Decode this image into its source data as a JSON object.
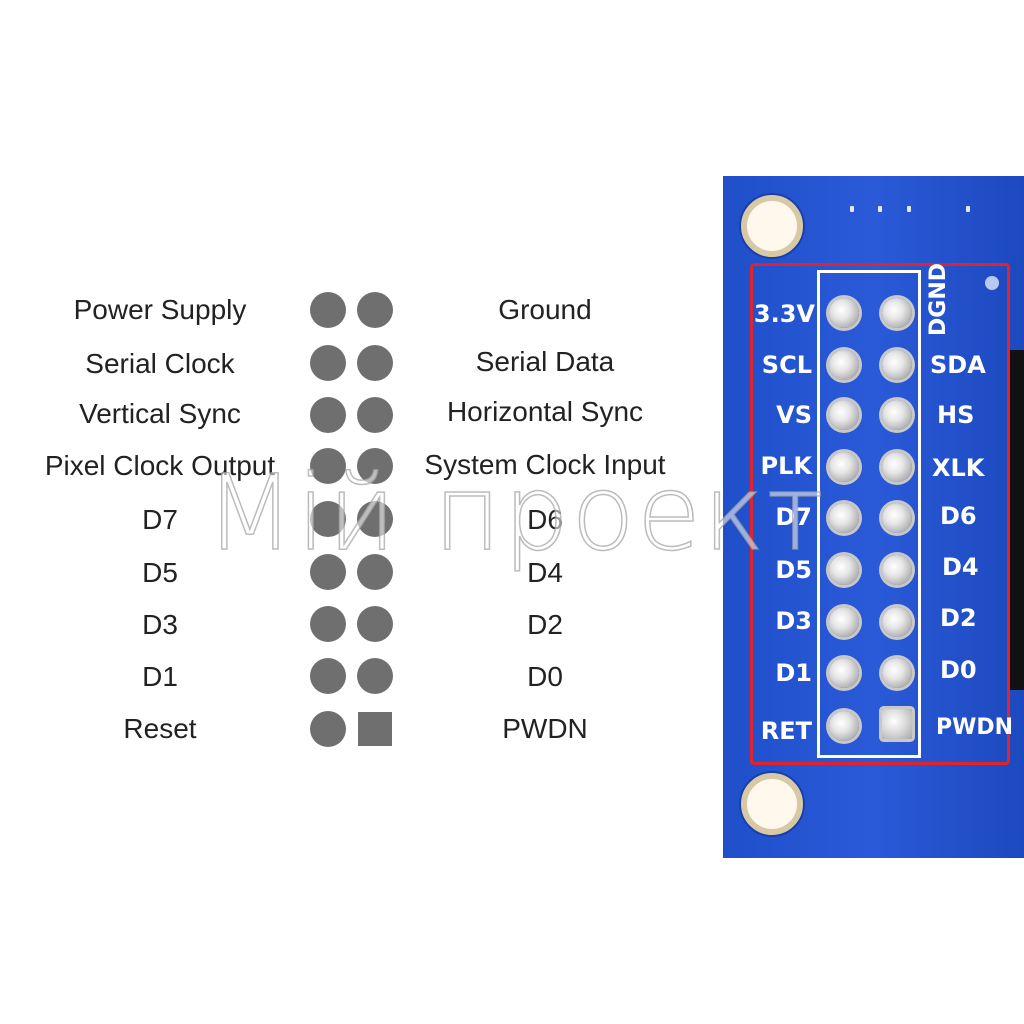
{
  "pinout": {
    "rows": [
      {
        "left": "Power Supply",
        "right": "Ground"
      },
      {
        "left": "Serial Clock",
        "right": "Serial Data"
      },
      {
        "left": "Vertical Sync",
        "right": "Horizontal Sync"
      },
      {
        "left": "Pixel Clock Output",
        "right": "System Clock Input"
      },
      {
        "left": "D7",
        "right": "D6"
      },
      {
        "left": "D5",
        "right": "D4"
      },
      {
        "left": "D3",
        "right": "D2"
      },
      {
        "left": "D1",
        "right": "D0"
      },
      {
        "left": "Reset",
        "right": "PWDN"
      }
    ]
  },
  "board": {
    "left_labels": [
      "3.3V",
      "SCL",
      "VS",
      "PLK",
      "D7",
      "D5",
      "D3",
      "D1",
      "RET"
    ],
    "right_labels": [
      "DGND",
      "SDA",
      "HS",
      "XLK",
      "D6",
      "D4",
      "D2",
      "D0",
      "PWDN"
    ]
  },
  "watermark": "Мій проект",
  "colors": {
    "pin_icon": "#6f6f6f",
    "pcb": "#2a5ad8",
    "highlight_box": "#e0242b"
  }
}
